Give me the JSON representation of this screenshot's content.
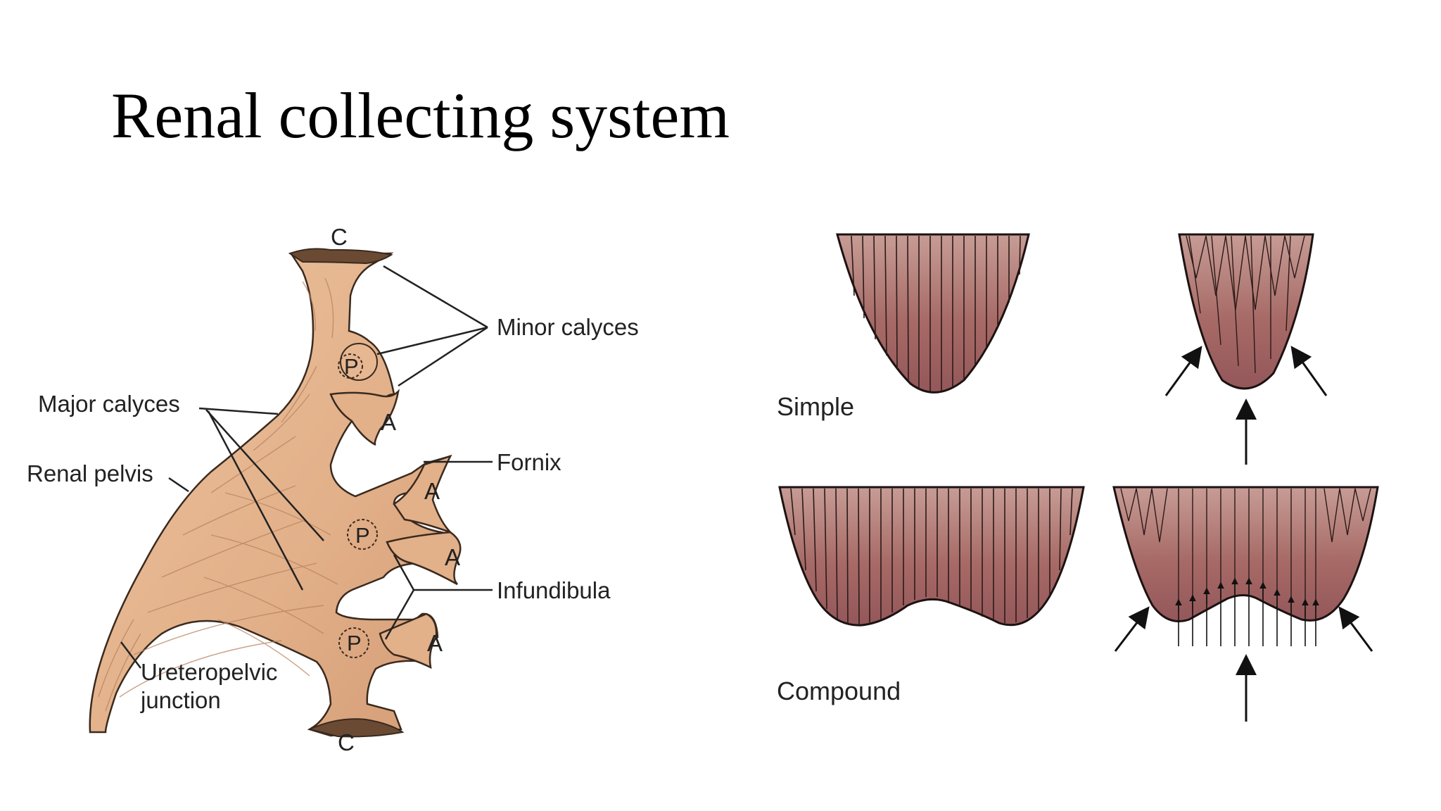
{
  "slide": {
    "title": "Renal collecting system"
  },
  "left_diagram": {
    "labels": {
      "calyx_top": "C",
      "calyx_bottom": "C",
      "minor_calyces": "Minor calyces",
      "major_calyces": "Major calyces",
      "renal_pelvis": "Renal pelvis",
      "fornix": "Fornix",
      "infundibula": "Infundibula",
      "ureteropelvic_line1": "Ureteropelvic",
      "ureteropelvic_line2": "junction",
      "papilla_1": "P",
      "papilla_2": "P",
      "papilla_3": "P",
      "anterior_1": "A",
      "anterior_2": "A",
      "anterior_3": "A",
      "anterior_4": "A"
    },
    "colors": {
      "tissue": "#e4b48c",
      "tissue_dark": "#c58d62",
      "outline": "#3a2a1e"
    }
  },
  "right_diagram": {
    "labels": {
      "simple": "Simple",
      "compound": "Compound"
    },
    "colors": {
      "papilla_fill": "#a86a66",
      "papilla_light": "#c69a92",
      "duct_line": "#2a1a18"
    }
  }
}
